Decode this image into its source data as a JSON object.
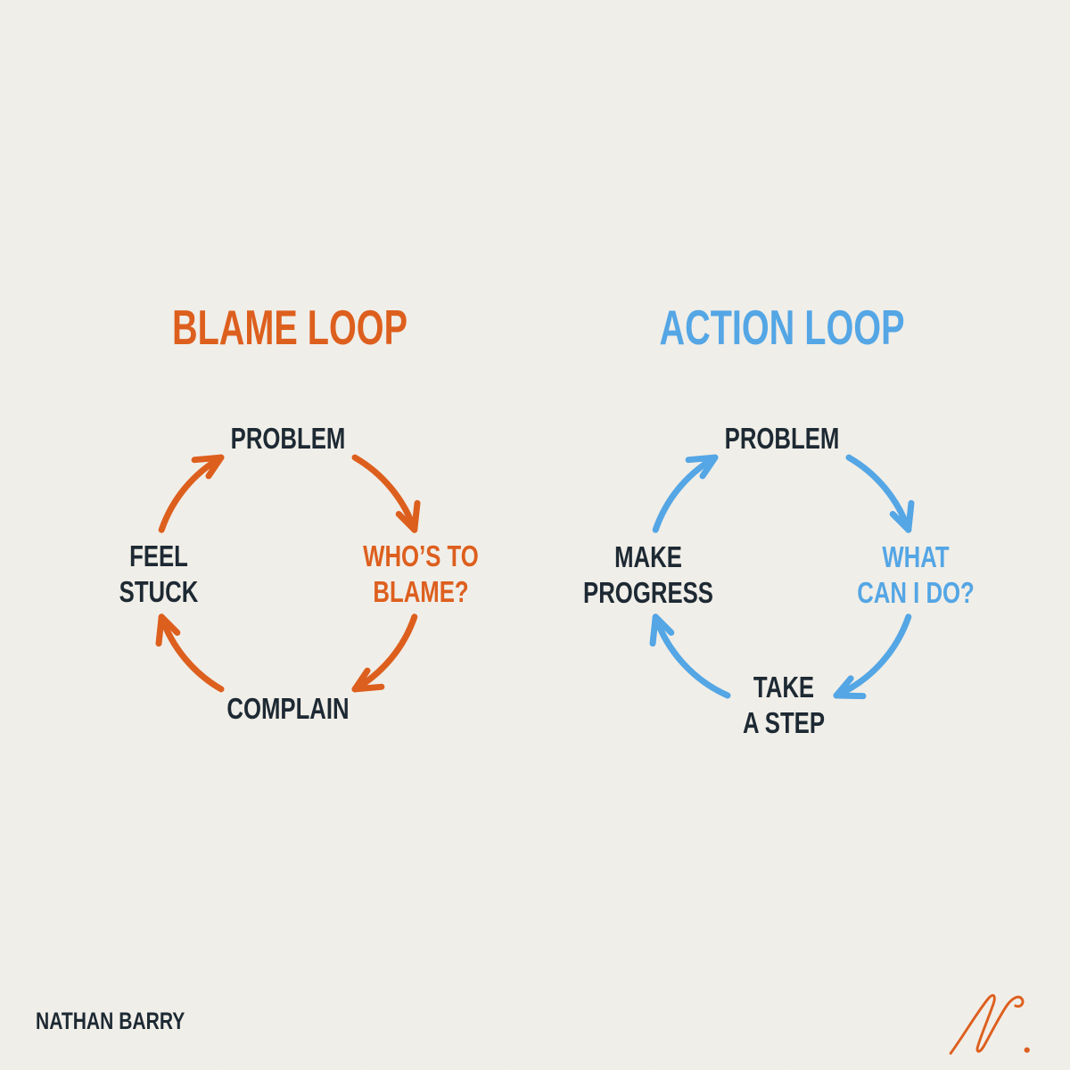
{
  "colors": {
    "background": "#F1EFE9",
    "orange": "#DD5F1E",
    "blue": "#54A6E5",
    "dark": "#1D2933"
  },
  "loops": [
    {
      "id": "blame",
      "title": "BLAME LOOP",
      "accent": "#DD5F1E",
      "nodes": [
        {
          "id": "problem",
          "lines": [
            "PROBLEM"
          ],
          "emphasis": false
        },
        {
          "id": "whos-to-blame",
          "lines": [
            "WHO’S TO",
            "BLAME?"
          ],
          "emphasis": true
        },
        {
          "id": "complain",
          "lines": [
            "COMPLAIN"
          ],
          "emphasis": false
        },
        {
          "id": "feel-stuck",
          "lines": [
            "FEEL",
            "STUCK"
          ],
          "emphasis": false
        }
      ]
    },
    {
      "id": "action",
      "title": "ACTION LOOP",
      "accent": "#54A6E5",
      "nodes": [
        {
          "id": "problem",
          "lines": [
            "PROBLEM"
          ],
          "emphasis": false
        },
        {
          "id": "what-can-i-do",
          "lines": [
            "WHAT",
            "CAN I DO?"
          ],
          "emphasis": true
        },
        {
          "id": "take-a-step",
          "lines": [
            "TAKE",
            "A STEP"
          ],
          "emphasis": false
        },
        {
          "id": "make-progress",
          "lines": [
            "MAKE",
            "PROGRESS"
          ],
          "emphasis": false
        }
      ]
    }
  ],
  "footer": {
    "author": "NATHAN BARRY",
    "signature_icon": "nathan-barry-signature"
  }
}
